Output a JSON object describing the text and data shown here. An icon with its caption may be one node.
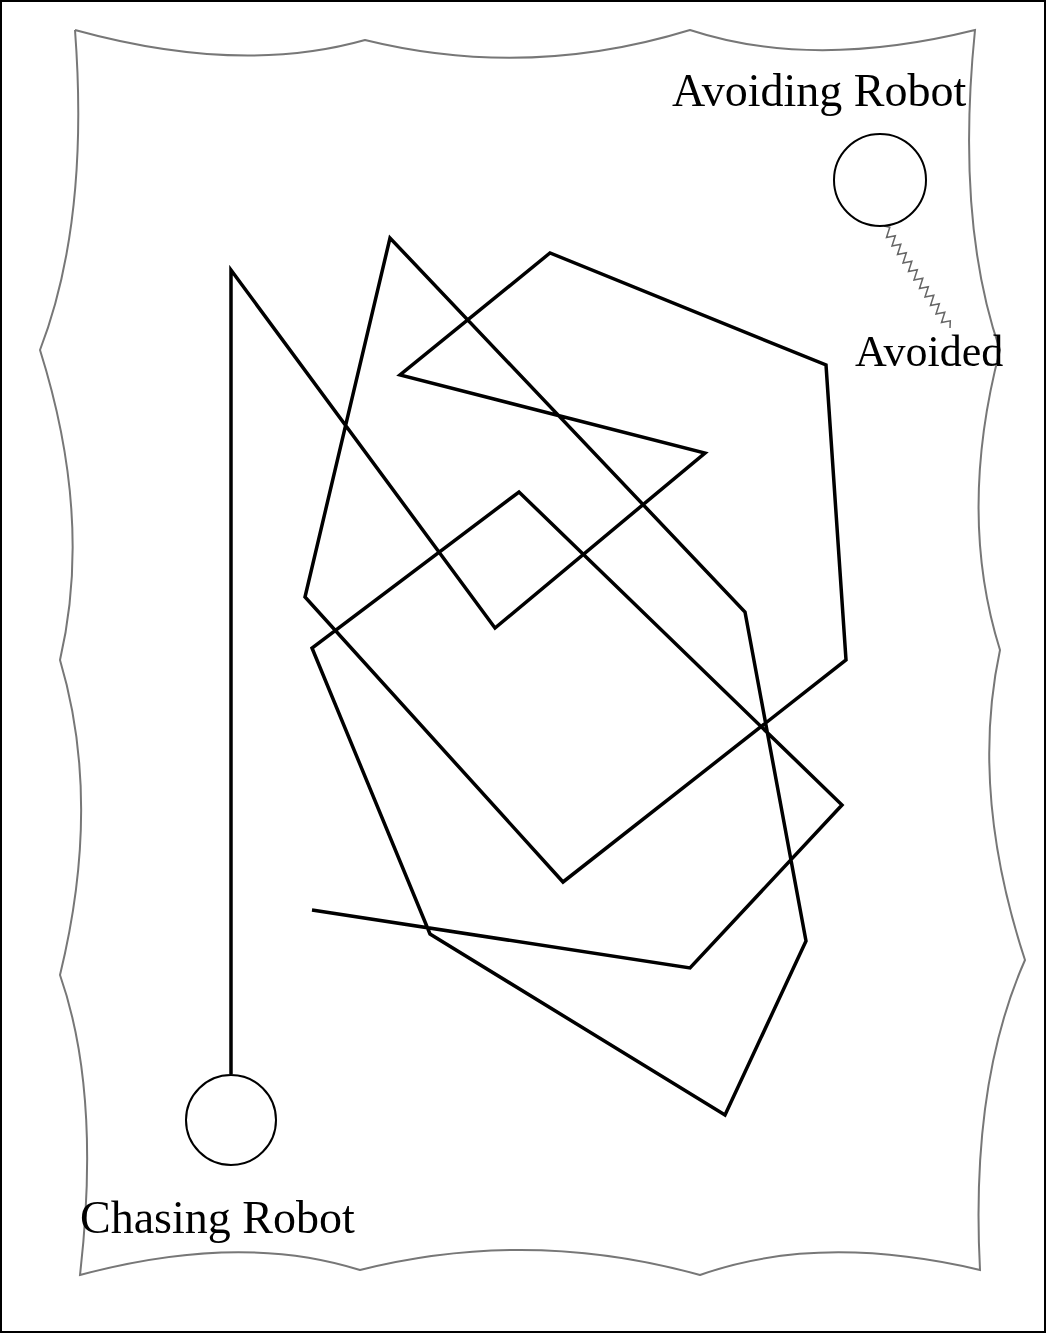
{
  "diagram": {
    "nodes": [
      {
        "text": [],
        "shape": "circle",
        "beside": [
          "Chasing Robot"
        ]
      },
      {
        "text": [],
        "shape": "circle",
        "beside": [
          "Avoiding Robot"
        ]
      },
      {
        "text": [
          "Avoided"
        ]
      }
    ],
    "edges": [
      {
        "from": 0,
        "to": null,
        "arrow": "none",
        "style": "thick"
      },
      {
        "from": 1,
        "to": 2,
        "arrow": "none",
        "color": "#666666"
      }
    ]
  }
}
